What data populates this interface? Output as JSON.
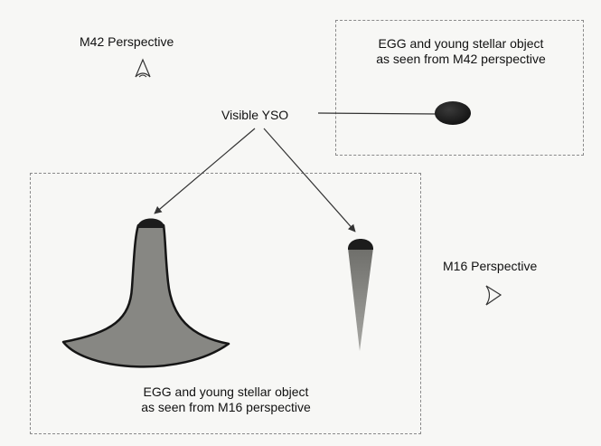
{
  "labels": {
    "m42_perspective": "M42 Perspective",
    "m16_perspective": "M16 Perspective",
    "visible_yso": "Visible YSO",
    "m42_box_line1": "EGG and young stellar object",
    "m42_box_line2": "as seen from M42 perspective",
    "m16_box_line1": "EGG and young stellar object",
    "m16_box_line2": "as seen from M16 perspective"
  },
  "icons": {
    "m42_observer": "eye-icon",
    "m16_observer": "eye-icon"
  },
  "colors": {
    "egg_fill": "#8a8a86",
    "egg_outline": "#1a1a1a",
    "yso_dark": "#1b1b1b",
    "arrow": "#333333",
    "box_border": "#8a8a8a"
  }
}
